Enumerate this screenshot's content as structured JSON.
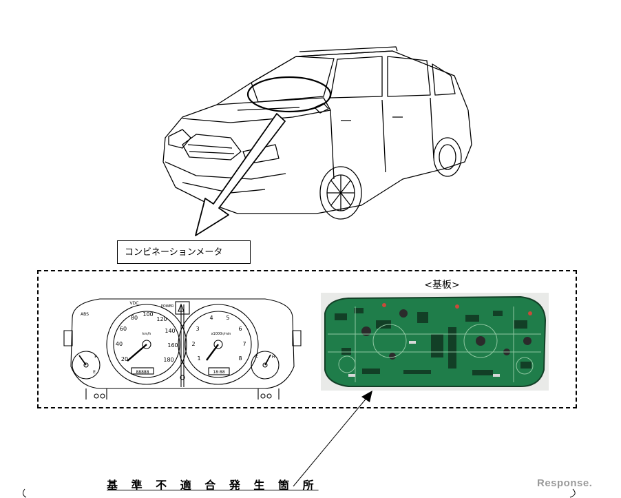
{
  "callout": {
    "label": "コンビネーションメータ"
  },
  "board": {
    "title": "<基板>"
  },
  "defect": {
    "label": "基 準 不 適 合 発 生 箇 所"
  },
  "watermark": {
    "text": "Response."
  },
  "meter": {
    "speed_ticks": [
      "20",
      "40",
      "60",
      "80",
      "100",
      "120",
      "140",
      "160",
      "180"
    ],
    "speed_unit": "km/h",
    "tach_ticks": [
      "1",
      "2",
      "3",
      "4",
      "5",
      "6",
      "7",
      "8"
    ],
    "tach_unit": "x1000r/min",
    "odo": "88888",
    "clock": "18:88",
    "abs": "ABS",
    "vdc": "VDC",
    "power": "POWER",
    "fuel_f": "F",
    "fuel_e": "E",
    "temp_h": "H",
    "temp_c": "C"
  },
  "colors": {
    "pcb_green": "#1f7d4a",
    "pcb_dark": "#123f26"
  }
}
